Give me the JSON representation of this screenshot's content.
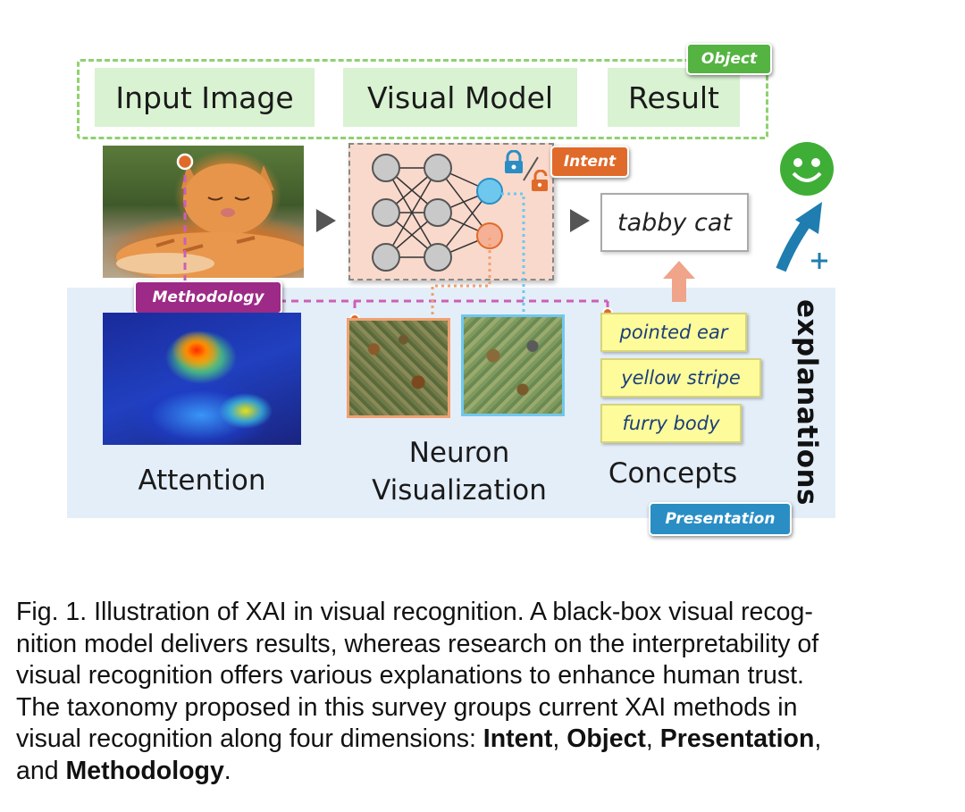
{
  "object_row": {
    "tag": "Object",
    "input_image": "Input Image",
    "visual_model": "Visual Model",
    "result": "Result"
  },
  "intent_tag": "Intent",
  "methodology_tag": "Methodology",
  "presentation_tag": "Presentation",
  "result_value": "tabby cat",
  "explanations_label": "explanations",
  "attention_label": "Attention",
  "neuron_label_line1": "Neuron",
  "neuron_label_line2": "Visualization",
  "concepts_label": "Concepts",
  "concepts": [
    "pointed ear",
    "yellow stripe",
    "furry body"
  ],
  "colors": {
    "object_green": "#8fd16f",
    "intent_orange": "#e06a2a",
    "methodology_purple": "#9c2a86",
    "presentation_blue": "#2a8ec4",
    "explanations_bg": "#e4eef9",
    "model_bg": "#f9d9cc"
  },
  "caption": {
    "text": "Fig. 1. Illustration of XAI in visual recognition. A black-box visual recog-nition model delivers results, whereas research on the interpretability of visual recognition offers various explanations to enhance human trust. The taxonomy proposed in this survey groups current XAI methods in visual recognition along four dimensions:",
    "line1": "Fig. 1. Illustration of XAI in visual recognition. A black-box visual recog-",
    "line2": "nition model delivers results, whereas research on the interpretability of",
    "line3": "visual recognition offers various explanations to enhance human trust.",
    "line4": "The taxonomy proposed in this survey groups current XAI methods in",
    "line5_prefix": "visual recognition along four dimensions: ",
    "dim_intent": "Intent",
    "dim_object": "Object",
    "dim_presentation": "Presentation",
    "dim_methodology": "Methodology",
    "sep1": ", ",
    "sep2": ", ",
    "sep3": ",",
    "line6_prefix": "and ",
    "end": "."
  }
}
